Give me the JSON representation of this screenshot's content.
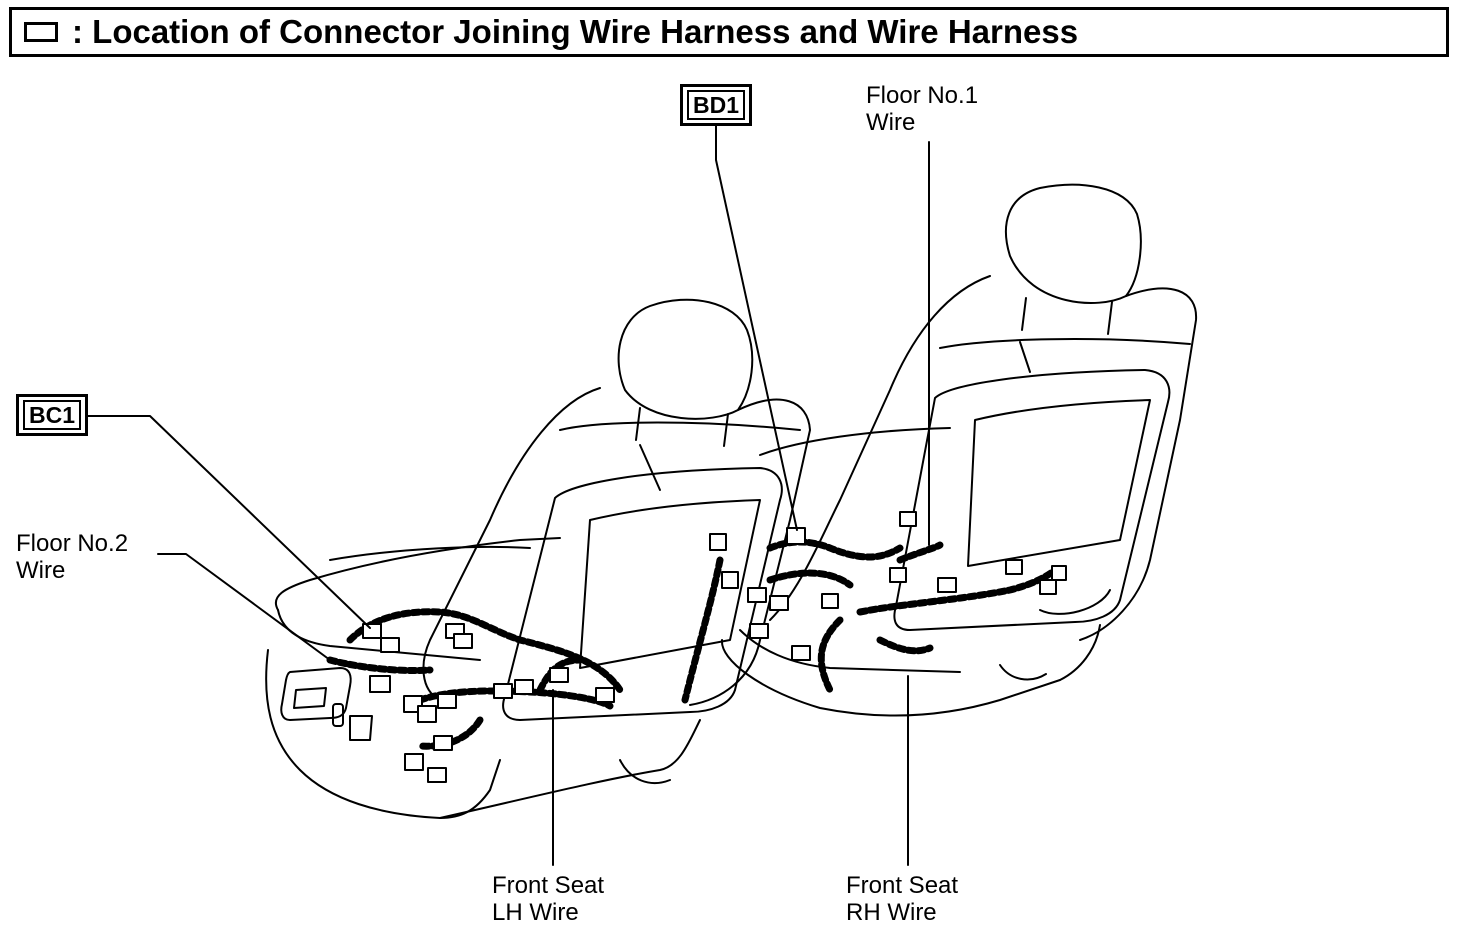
{
  "header": {
    "title": ": Location of Connector Joining Wire Harness and Wire Harness",
    "icon": "connector-box-icon"
  },
  "connectors": [
    {
      "id": "bd1",
      "code": "BD1"
    },
    {
      "id": "bc1",
      "code": "BC1"
    }
  ],
  "wires": {
    "floor_no1": {
      "line1": "Floor No.1",
      "line2": "Wire"
    },
    "floor_no2": {
      "line1": "Floor No.2",
      "line2": "Wire"
    },
    "front_seat_lh": {
      "line1": "Front Seat",
      "line2": "LH Wire"
    },
    "front_seat_rh": {
      "line1": "Front Seat",
      "line2": "RH Wire"
    }
  },
  "colors": {
    "ink": "#000000",
    "background": "#ffffff"
  }
}
